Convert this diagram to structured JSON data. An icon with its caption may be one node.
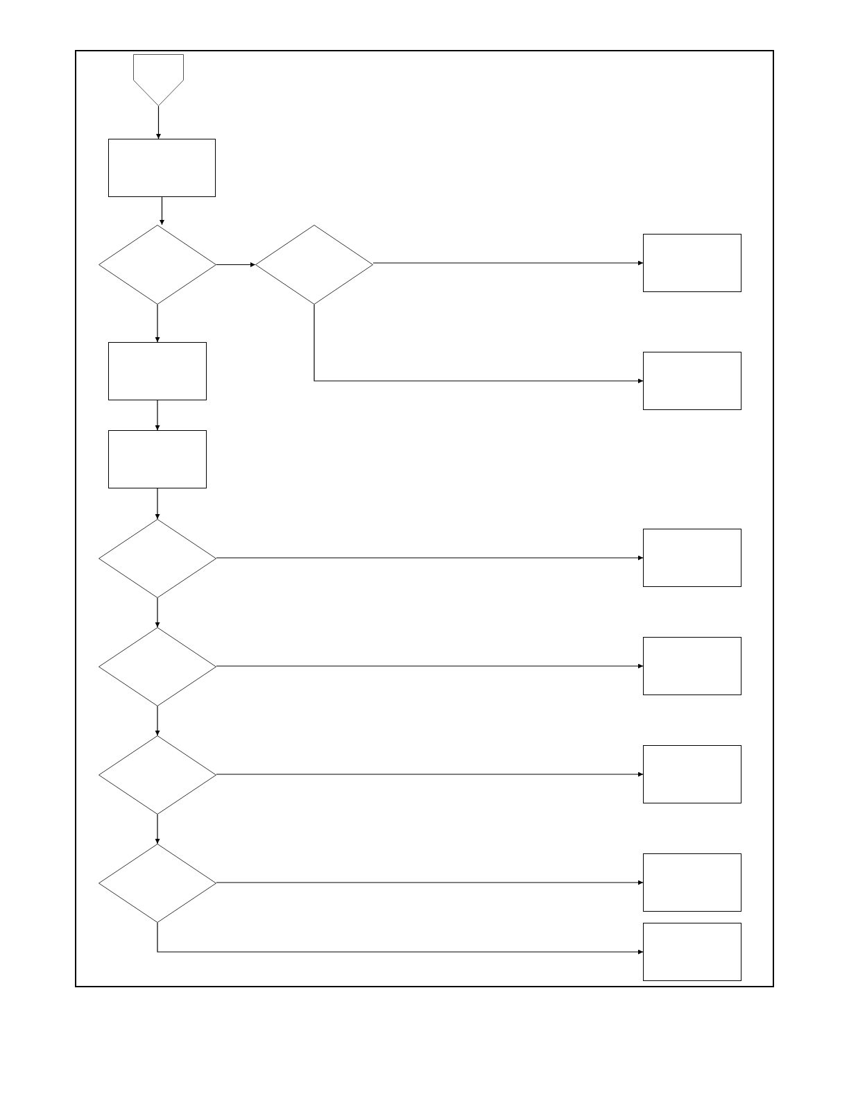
{
  "diagram": {
    "nodes": [
      {
        "text": [],
        "shape": "pentagon"
      },
      {
        "text": [],
        "shape": "box"
      },
      {
        "text": [],
        "shape": "diamond"
      },
      {
        "text": [],
        "shape": "diamond"
      },
      {
        "text": [],
        "shape": "box"
      },
      {
        "text": [],
        "shape": "box"
      },
      {
        "text": [],
        "shape": "box"
      },
      {
        "text": [],
        "shape": "box"
      },
      {
        "text": [],
        "shape": "diamond"
      },
      {
        "text": [],
        "shape": "box"
      },
      {
        "text": [],
        "shape": "diamond"
      },
      {
        "text": [],
        "shape": "box"
      },
      {
        "text": [],
        "shape": "diamond"
      },
      {
        "text": [],
        "shape": "box"
      },
      {
        "text": [],
        "shape": "diamond"
      },
      {
        "text": [],
        "shape": "box"
      },
      {
        "text": [],
        "shape": "box"
      }
    ],
    "edges": [
      {
        "from": 0,
        "to": 1,
        "arrow": "to"
      },
      {
        "from": 1,
        "to": 2,
        "arrow": "to"
      },
      {
        "from": 2,
        "to": 3,
        "arrow": "to"
      },
      {
        "from": 3,
        "to": 4,
        "arrow": "to"
      },
      {
        "from": 3,
        "to": 6,
        "arrow": "to"
      },
      {
        "from": 2,
        "to": 5,
        "arrow": "to"
      },
      {
        "from": 5,
        "to": 7,
        "arrow": "to"
      },
      {
        "from": 7,
        "to": 8,
        "arrow": "to"
      },
      {
        "from": 8,
        "to": 9,
        "arrow": "to"
      },
      {
        "from": 8,
        "to": 10,
        "arrow": "to"
      },
      {
        "from": 10,
        "to": 11,
        "arrow": "to"
      },
      {
        "from": 10,
        "to": 12,
        "arrow": "to"
      },
      {
        "from": 12,
        "to": 13,
        "arrow": "to"
      },
      {
        "from": 12,
        "to": 14,
        "arrow": "to"
      },
      {
        "from": 14,
        "to": 15,
        "arrow": "to"
      },
      {
        "from": 14,
        "to": 16,
        "arrow": "to"
      }
    ]
  }
}
